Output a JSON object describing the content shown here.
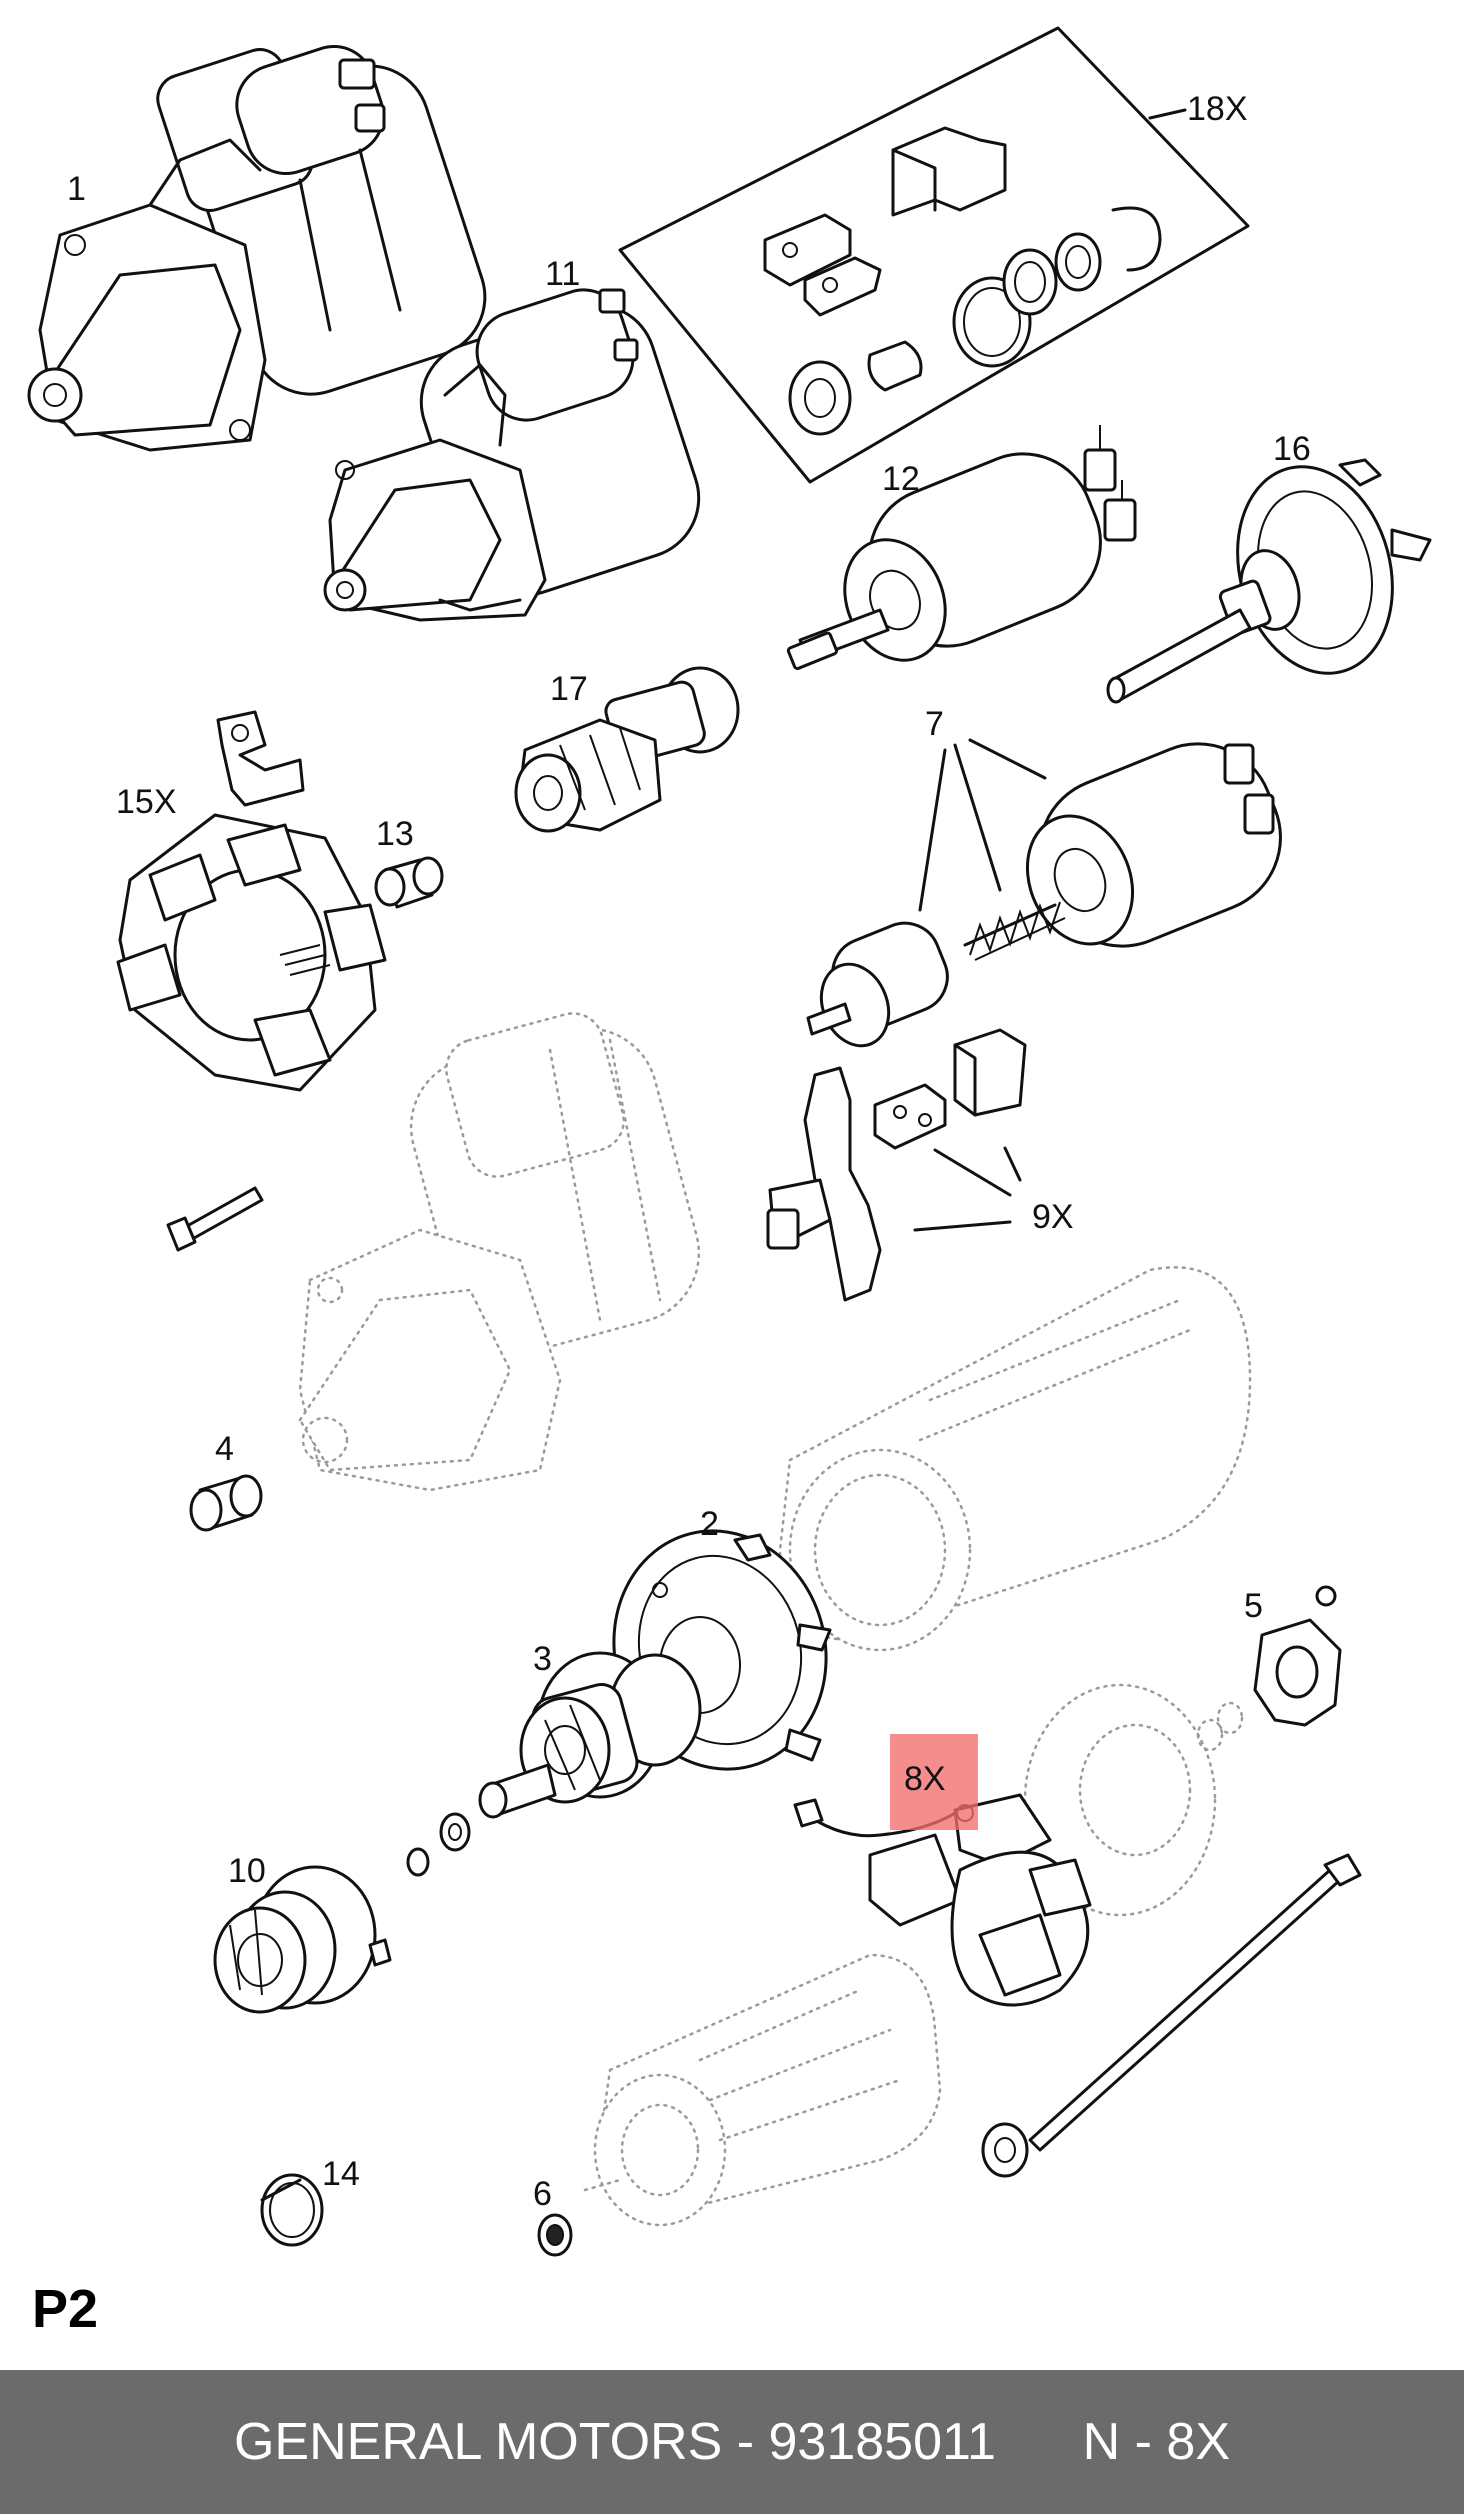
{
  "diagram": {
    "callouts": {
      "c1": "1",
      "c2": "2",
      "c3": "3",
      "c4": "4",
      "c5": "5",
      "c6": "6",
      "c7": "7",
      "c8x": "8X",
      "c9x": "9X",
      "c10": "10",
      "c11": "11",
      "c12": "12",
      "c13": "13",
      "c14": "14",
      "c15x": "15X",
      "c16": "16",
      "c17": "17",
      "c18x": "18X"
    },
    "highlight_color": "#f26d6d"
  },
  "page_label": "P2",
  "footer": {
    "text": "GENERAL MOTORS - 93185011      N - 8X",
    "background": "#6b6b6b"
  }
}
